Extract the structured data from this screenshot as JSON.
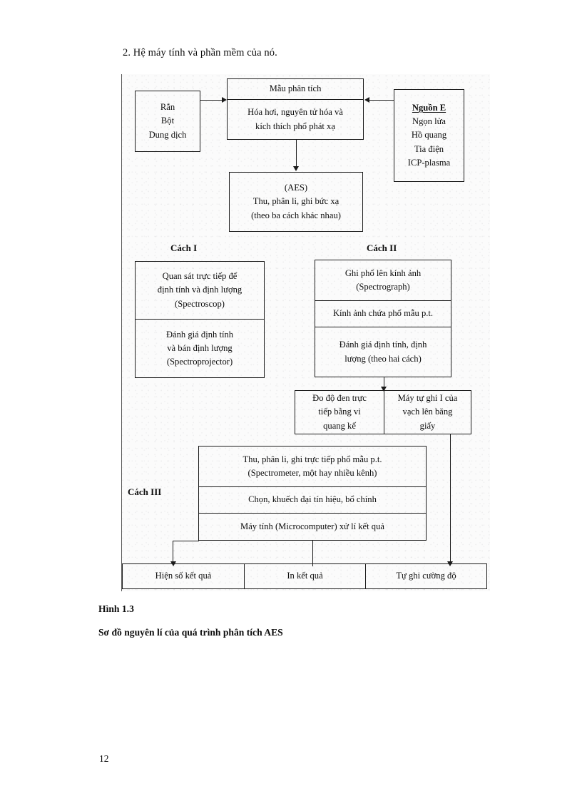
{
  "heading": "2. Hệ máy tính và phần mềm của nó.",
  "diagram": {
    "sample_input": {
      "lines": [
        "Rắn",
        "Bột",
        "Dung dịch"
      ]
    },
    "sample_top": {
      "title": "Mẫu phân tích",
      "lines": [
        "Hóa hơi, nguyên tử hóa và",
        "kích thích phổ phát xạ"
      ]
    },
    "source": {
      "title": "Nguồn E",
      "lines": [
        "Ngọn lửa",
        "Hồ quang",
        "Tia điện",
        "ICP-plasma"
      ]
    },
    "aes": {
      "lines": [
        "(AES)",
        "Thu, phân li, ghi bức xạ",
        "(theo ba cách khác nhau)"
      ]
    },
    "way1_label": "Cách I",
    "way2_label": "Cách II",
    "way3_label": "Cách III",
    "way1": {
      "cell1": [
        "Quan sát trực tiếp để",
        "định tính và định lượng",
        "(Spectroscop)"
      ],
      "cell2": [
        "Đánh giá định tính",
        "và bán định lượng",
        "(Spectroprojector)"
      ]
    },
    "way2": {
      "cell1": [
        "Ghi phổ lên kính ảnh",
        "(Spectrograph)"
      ],
      "cell2": [
        "Kính ảnh chứa phổ mẫu p.t."
      ],
      "cell3": [
        "Đánh giá định tính, định",
        "lượng (theo hai cách)"
      ]
    },
    "way2_out": {
      "left": [
        "Đo độ đen trực",
        "tiếp bằng vi",
        "quang kế"
      ],
      "right": [
        "Máy tự ghi I của",
        "vạch lên băng",
        "giấy"
      ]
    },
    "way3": {
      "cell1": [
        "Thu, phân li, ghi trực tiếp phổ mẫu p.t.",
        "(Spectrometer, một hay nhiều kênh)"
      ],
      "cell2": [
        "Chọn, khuếch đại tín hiệu, bổ chính"
      ],
      "cell3": [
        "Máy tính (Microcomputer) xử lí kết quả"
      ]
    },
    "outputs": [
      "Hiện số kết quả",
      "In kết quả",
      "Tự ghi cường độ"
    ]
  },
  "caption": {
    "figure_number": "Hình 1.3",
    "figure_title": "Sơ đồ nguyên lí của quá trình phân tích AES"
  },
  "page_number": "12"
}
